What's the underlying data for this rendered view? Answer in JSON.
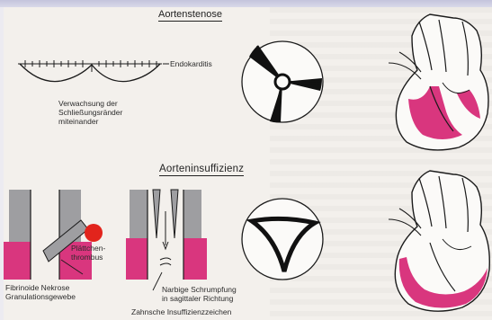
{
  "colors": {
    "pink": "#d9367e",
    "red": "#e2241c",
    "gray": "#9e9ea1",
    "ink": "#1b1b1b",
    "paper": "#f3f0ec"
  },
  "stenosis": {
    "title": "Aortenstenose",
    "endo_label": "Endokarditis",
    "fusion_label": "Verwachsung der\nSchließungsränder\nmiteinander"
  },
  "insufficiency": {
    "title": "Aorteninsuffizienz",
    "thrombus_label": "Plättchen-\nthrombus",
    "necrosis_label": "Fibrinoide Nekrose\nGranulationsgewebe",
    "shrink_label": "Narbige Schrumpfung\nin sagittaler Richtung",
    "zahn_label": "Zahnsche Insuffizienzzeichen"
  },
  "icons": {
    "stenotic_valve": "stenotic-valve-icon",
    "insufficient_valve": "insufficient-valve-icon",
    "heart": "heart-section-icon"
  }
}
